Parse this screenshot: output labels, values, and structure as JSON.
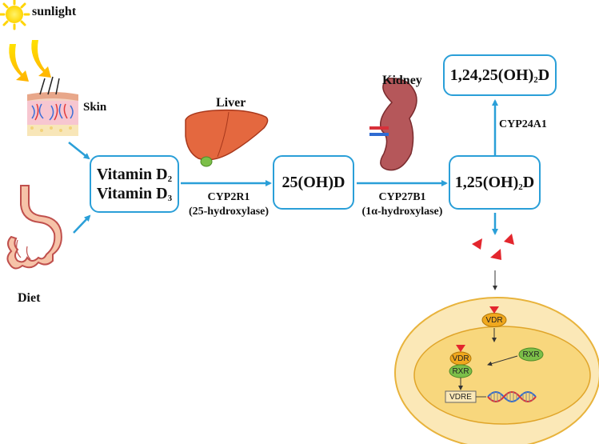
{
  "labels": {
    "sunlight": "sunlight",
    "skin": "Skin",
    "diet": "Diet",
    "liver": "Liver",
    "kidney": "Kidney"
  },
  "boxes": {
    "vitamin_d2": {
      "text": "Vitamin D",
      "sub": "2"
    },
    "vitamin_d3": {
      "text": "Vitamin D",
      "sub": "3"
    },
    "calcidiol": "25(OH)D",
    "calcitriol": {
      "pre": "1,25(OH)",
      "sub": "2",
      "post": "D"
    },
    "inactive": {
      "pre": "1,24,25(OH)",
      "sub": "2",
      "post": "D"
    }
  },
  "enzymes": {
    "cyp2r1": {
      "name": "CYP2R1",
      "desc": "(25-hydroxylase)"
    },
    "cyp27b1": {
      "name": "CYP27B1",
      "desc": "(1α-hydroxylase)"
    },
    "cyp24a1": {
      "name": "CYP24A1"
    }
  },
  "cell": {
    "vdr_cyto": "VDR",
    "vdr_nuc": "VDR",
    "rxr_nuc": "RXR",
    "rxr_free": "RXR",
    "vdre": "VDRE"
  },
  "colors": {
    "arrow": "#2a9fd8",
    "cell_outer": "#fbe8b7",
    "cell_border": "#e8b33c",
    "nucleus": "#f8d77d",
    "vdr": "#f0a81e",
    "rxr": "#7cbf49",
    "ligand": "#e3262d"
  }
}
